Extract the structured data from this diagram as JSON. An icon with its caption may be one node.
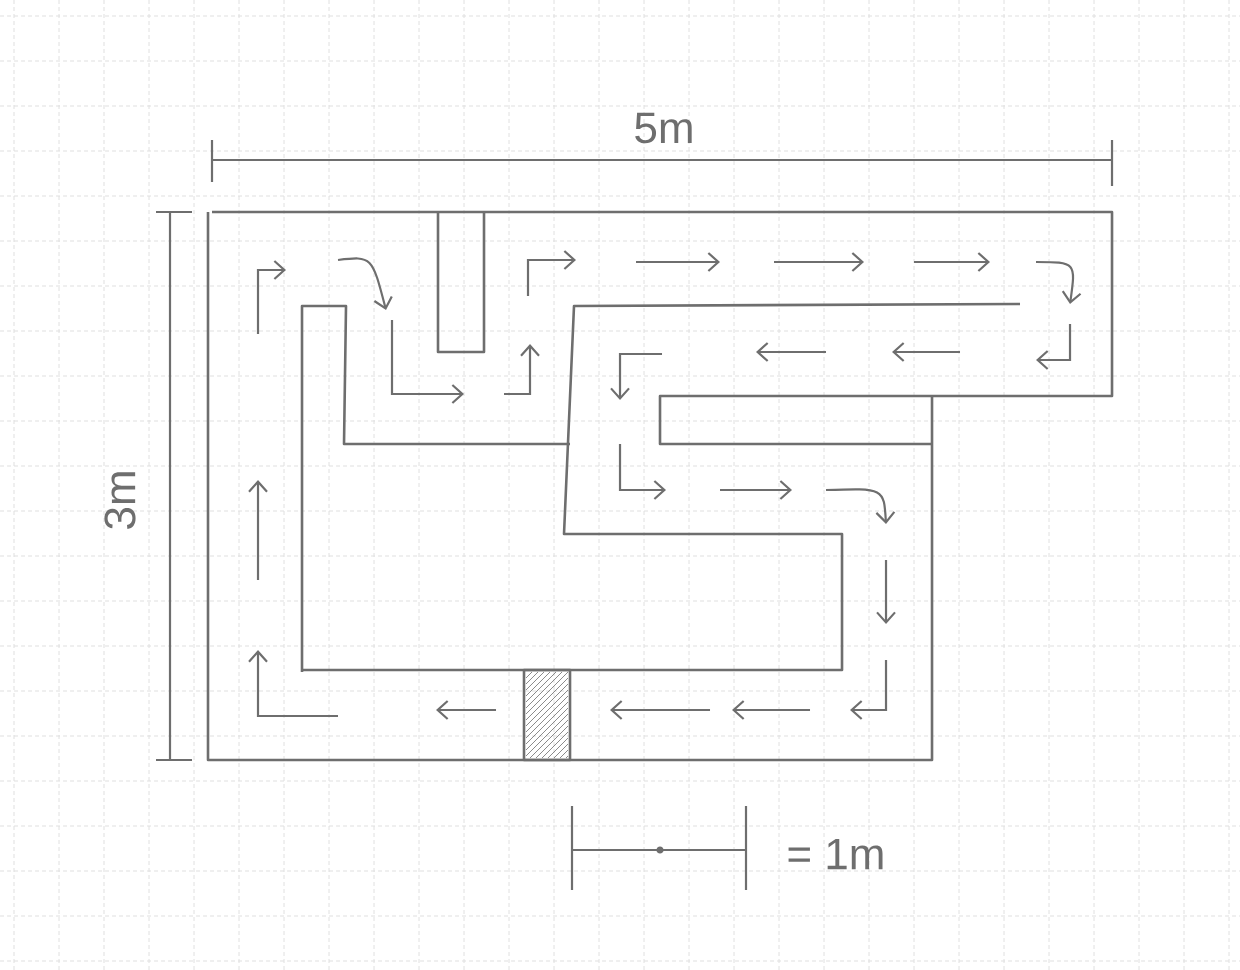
{
  "diagram": {
    "labels": [
      "5m",
      "3m",
      "= 1m"
    ]
  }
}
